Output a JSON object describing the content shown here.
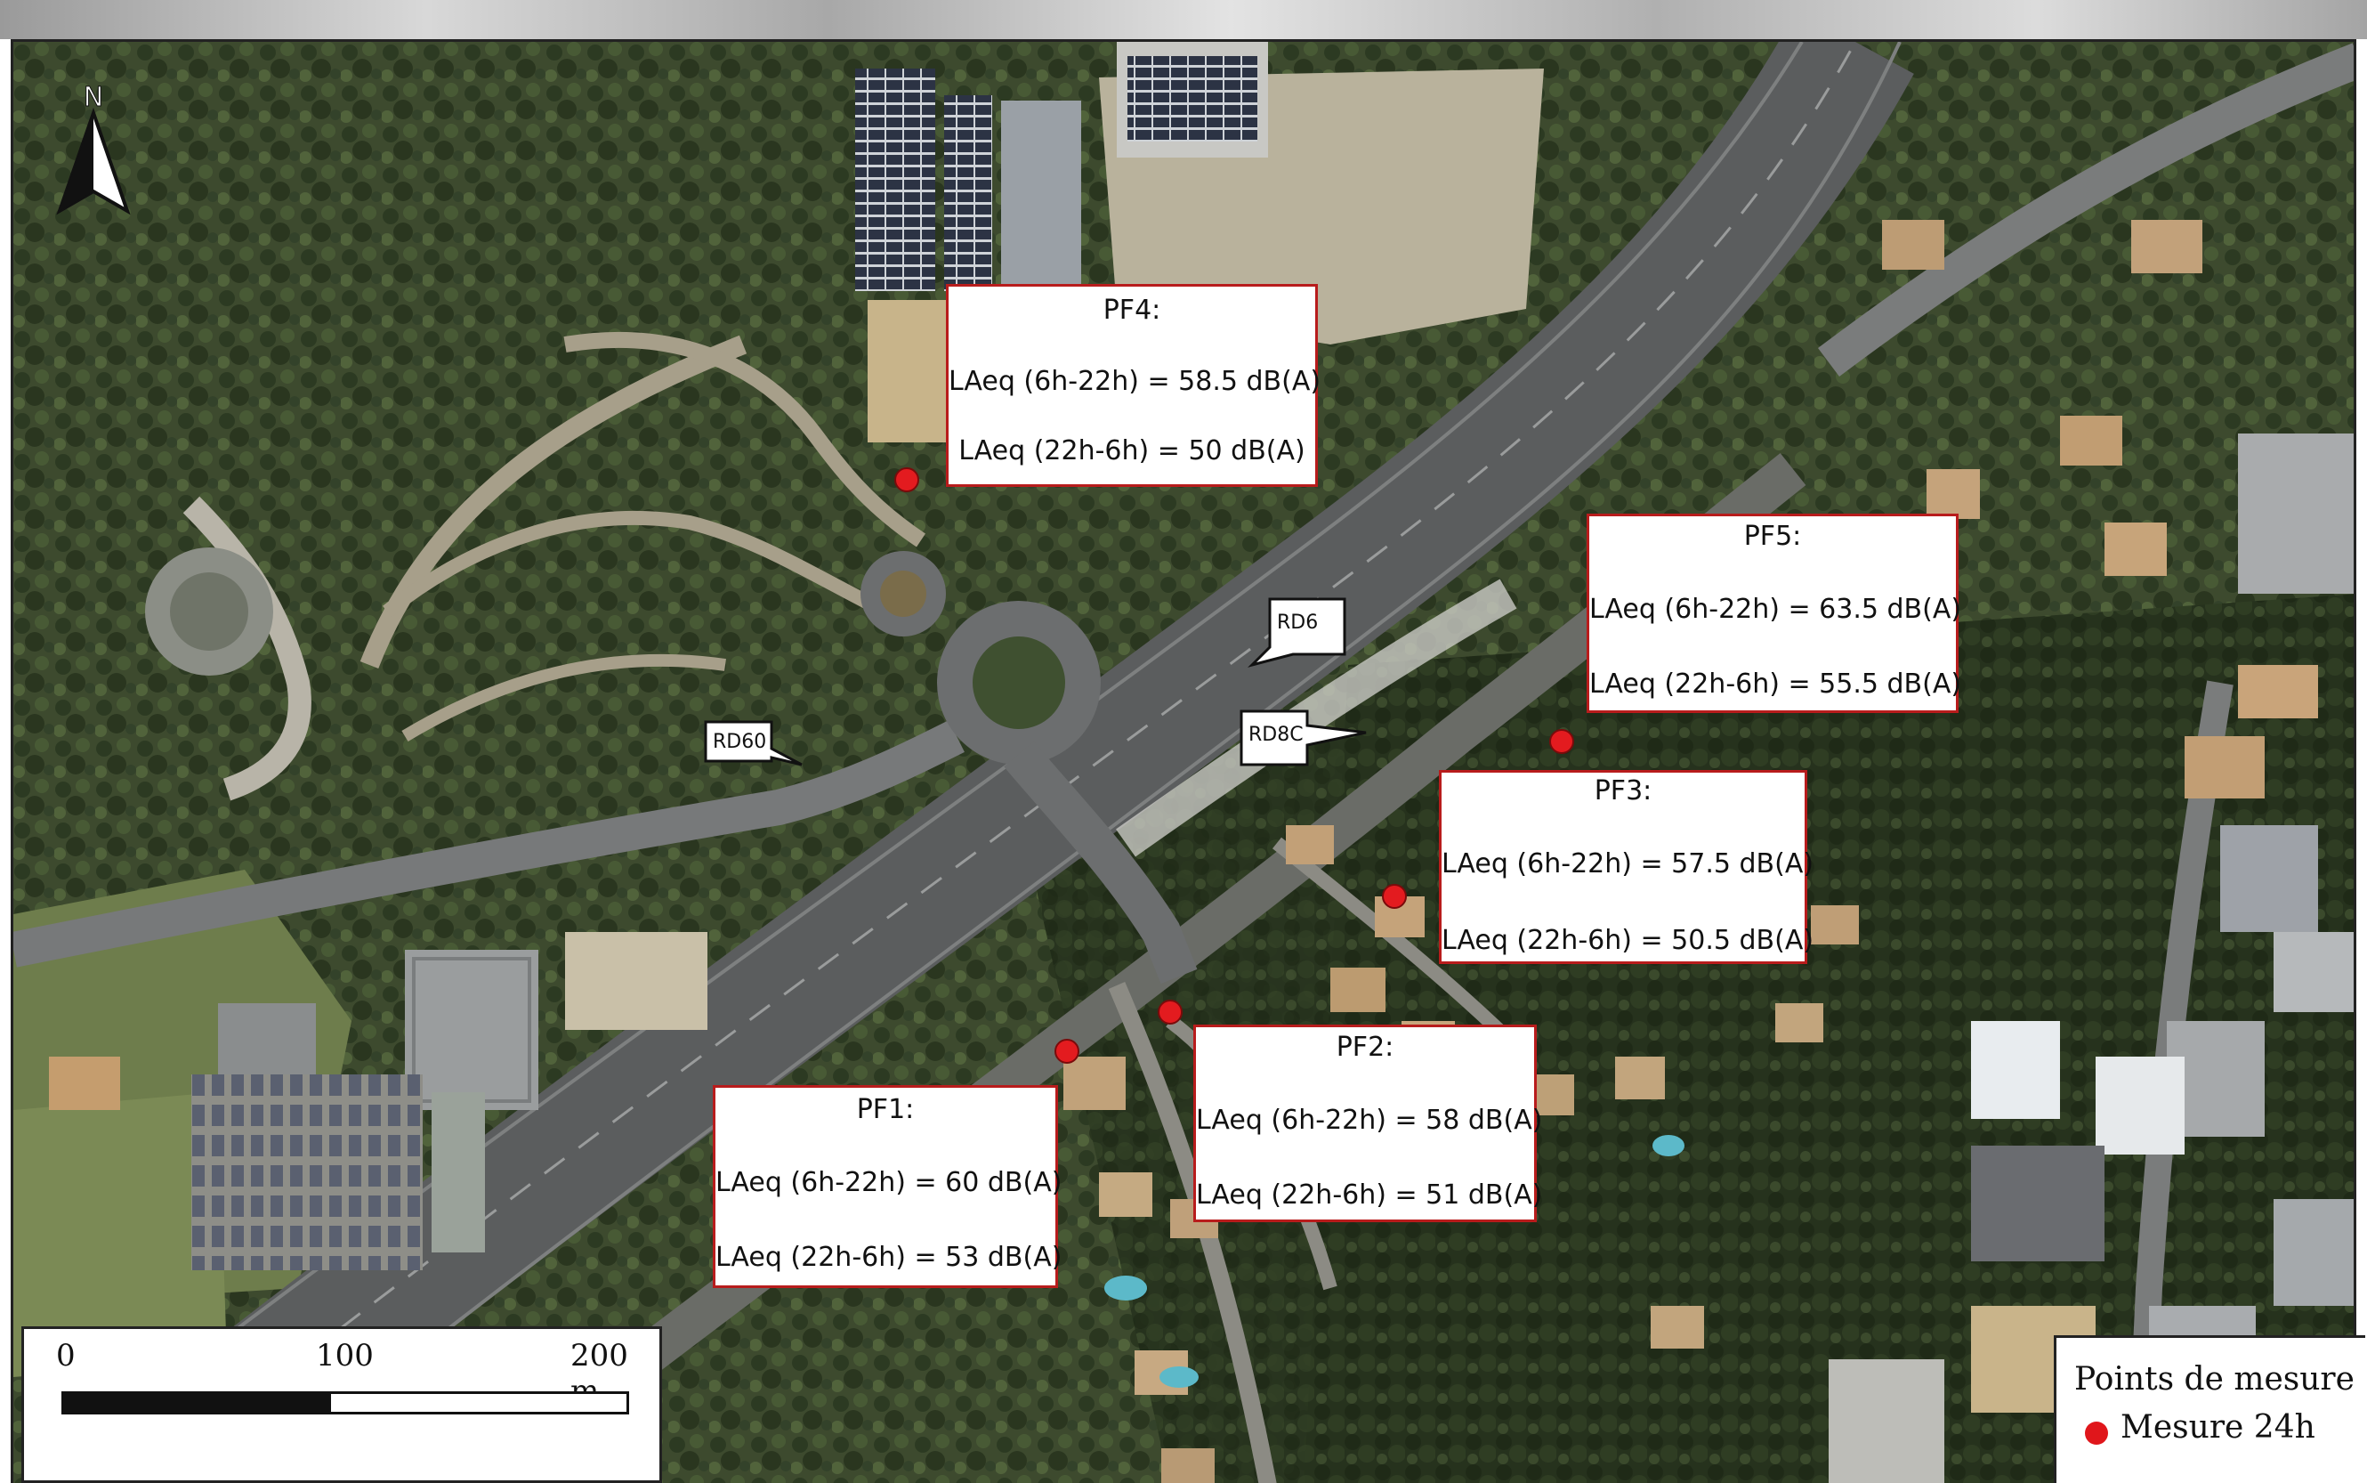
{
  "map": {
    "north_label": "N",
    "marker_color": "#e31b1f",
    "callout_border_color": "#b81c1c",
    "road_labels": [
      "RD6",
      "RD60",
      "RD8C"
    ],
    "points": [
      {
        "id": "PF4",
        "title": "PF4:",
        "day": "LAeq (6h-22h) = 58.5 dB(A)",
        "night": "LAeq (22h-6h) = 50 dB(A)"
      },
      {
        "id": "PF5",
        "title": "PF5:",
        "day": "LAeq (6h-22h) = 63.5 dB(A)",
        "night": "LAeq (22h-6h) = 55.5 dB(A)"
      },
      {
        "id": "PF3",
        "title": "PF3:",
        "day": "LAeq (6h-22h) = 57.5 dB(A)",
        "night": "LAeq (22h-6h) = 50.5 dB(A)"
      },
      {
        "id": "PF2",
        "title": "PF2:",
        "day": "LAeq (6h-22h) = 58 dB(A)",
        "night": "LAeq (22h-6h) = 51 dB(A)"
      },
      {
        "id": "PF1",
        "title": "PF1:",
        "day": "LAeq (6h-22h) = 60 dB(A)",
        "night": "LAeq (22h-6h) = 53 dB(A)"
      }
    ]
  },
  "scale_bar": {
    "label_0": "0",
    "label_mid": "100",
    "label_end": "200 m"
  },
  "legend": {
    "title": "Points de mesure",
    "item": "Mesure 24h"
  }
}
